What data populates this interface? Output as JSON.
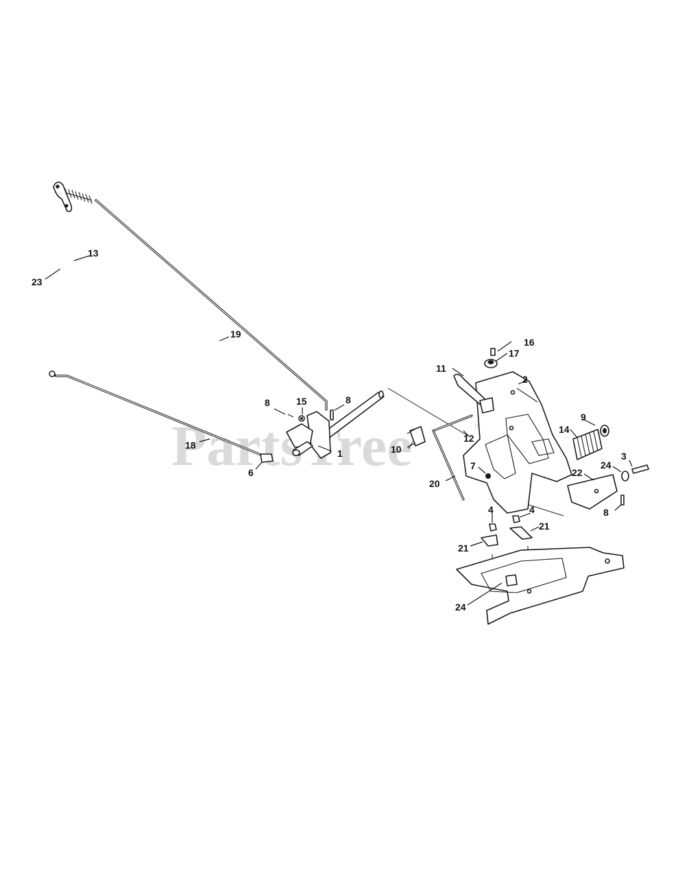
{
  "watermark": {
    "text": "PartsTree",
    "trademark": "™"
  },
  "callouts": [
    {
      "id": "c1",
      "label": "1"
    },
    {
      "id": "c2",
      "label": "2"
    },
    {
      "id": "c3",
      "label": "3"
    },
    {
      "id": "c4a",
      "label": "4"
    },
    {
      "id": "c4b",
      "label": "4"
    },
    {
      "id": "c6",
      "label": "6"
    },
    {
      "id": "c7",
      "label": "7"
    },
    {
      "id": "c8a",
      "label": "8"
    },
    {
      "id": "c8b",
      "label": "8"
    },
    {
      "id": "c8c",
      "label": "8"
    },
    {
      "id": "c9",
      "label": "9"
    },
    {
      "id": "c10",
      "label": "10"
    },
    {
      "id": "c11",
      "label": "11"
    },
    {
      "id": "c12",
      "label": "12"
    },
    {
      "id": "c13",
      "label": "13"
    },
    {
      "id": "c14",
      "label": "14"
    },
    {
      "id": "c15",
      "label": "15"
    },
    {
      "id": "c16",
      "label": "16"
    },
    {
      "id": "c17",
      "label": "17"
    },
    {
      "id": "c18",
      "label": "18"
    },
    {
      "id": "c19",
      "label": "19"
    },
    {
      "id": "c20",
      "label": "20"
    },
    {
      "id": "c21a",
      "label": "21"
    },
    {
      "id": "c21b",
      "label": "21"
    },
    {
      "id": "c22",
      "label": "22"
    },
    {
      "id": "c23",
      "label": "23"
    },
    {
      "id": "c24a",
      "label": "24"
    },
    {
      "id": "c24b",
      "label": "24"
    }
  ]
}
